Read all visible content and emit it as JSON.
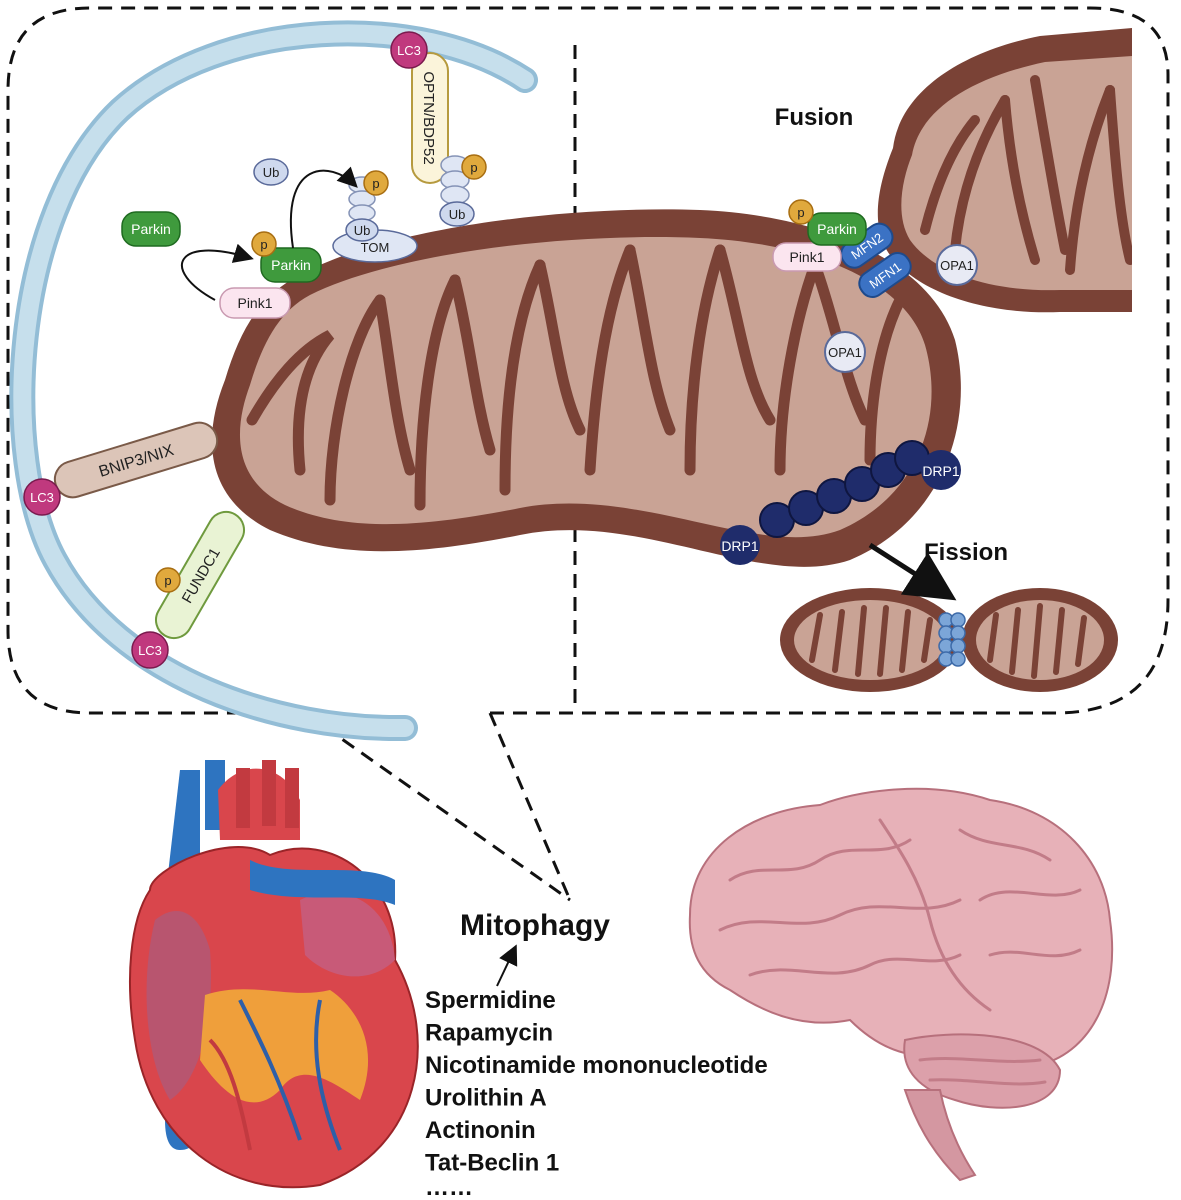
{
  "colors": {
    "mito_outer": "#7a4236",
    "mito_inner": "#c9a395",
    "phagophore": "#b9d6e6",
    "lc3": "#c0397e",
    "parkin": "#3f9a3d",
    "pink1": "#fbe5ef",
    "phospho": "#e0a93d",
    "ub": "#cfd9ee",
    "mfn": "#3b72c4",
    "drp1": "#1f2c6b",
    "receptor": "#dcc5b8",
    "fundc1": "#e9f3d4",
    "optn": "#fbf4da",
    "brain": "#e7b1b8",
    "heart_red": "#d9464c",
    "heart_blue": "#2e74c0",
    "fat": "#f0a43a"
  },
  "labels": {
    "lc3_top": "LC3",
    "lc3_left": "LC3",
    "lc3_bottom": "LC3",
    "optn": "OPTN/BDP52",
    "ub_top": "Ub",
    "ub_tom": "Ub",
    "ub_optn": "Ub",
    "p_tom": "p",
    "p_optn": "p",
    "p_parkin": "p",
    "p_fundc1": "p",
    "p_fusion_parkin": "p",
    "parkin_free": "Parkin",
    "parkin_bound": "Parkin",
    "pink1": "Pink1",
    "tom": "TOM",
    "bnip3": "BNIP3/NIX",
    "fundc1": "FUNDC1",
    "fusion_title": "Fusion",
    "fusion_parkin": "Parkin",
    "fusion_pink1": "Pink1",
    "mfn2": "MFN2",
    "mfn1": "MFN1",
    "opa1_a": "OPA1",
    "opa1_b": "OPA1",
    "fission_title": "Fission",
    "drp1_a": "DRP1",
    "drp1_b": "DRP1"
  },
  "mitophagy": {
    "title": "Mitophagy",
    "inducers": [
      "Spermidine",
      "Rapamycin",
      "Nicotinamide mononucleotide",
      "Urolithin A",
      "Actinonin",
      "Tat-Beclin 1"
    ],
    "ellipsis": "……"
  }
}
